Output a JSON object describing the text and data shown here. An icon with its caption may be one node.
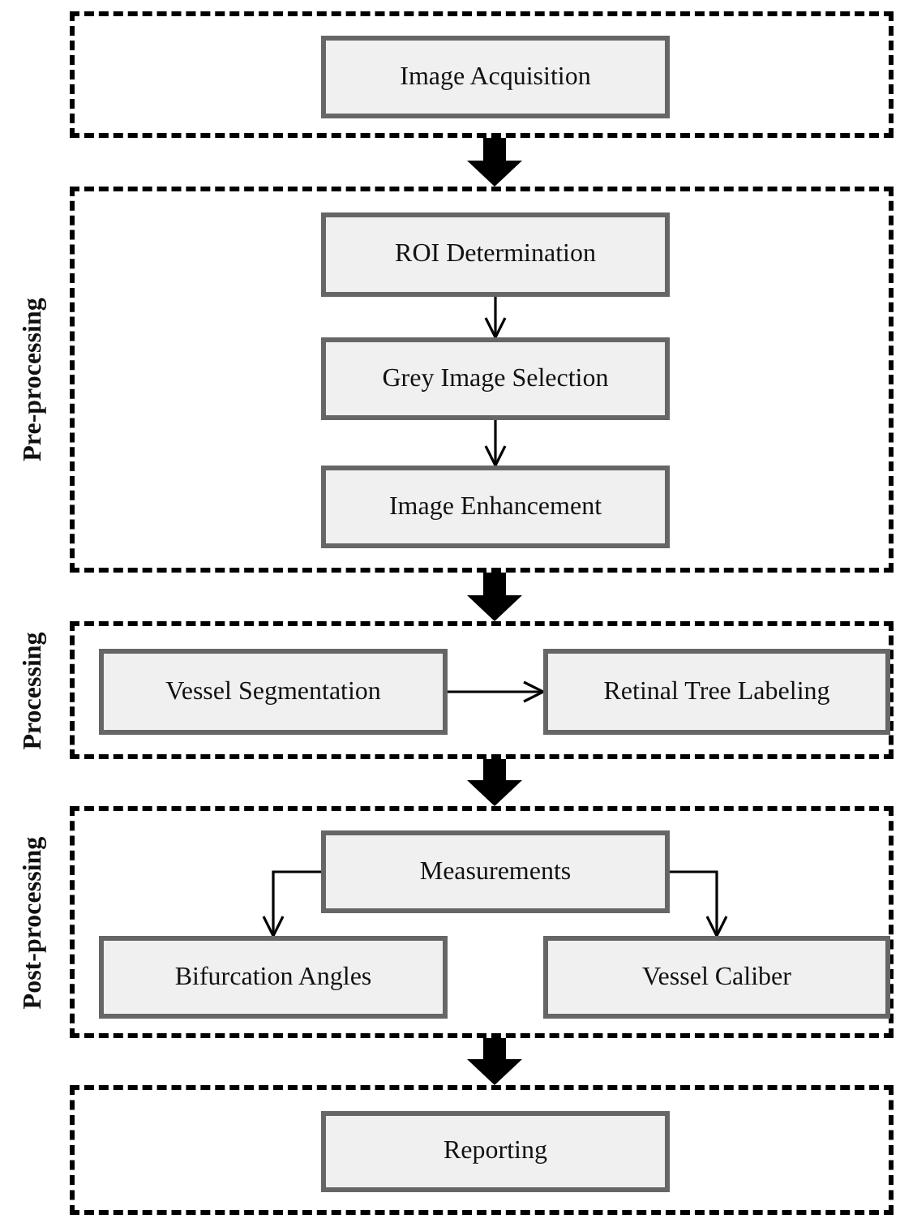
{
  "diagram": {
    "nodes": [
      {
        "text": [],
        "shape": "box"
      },
      {
        "text": [
          "Image Acquisition"
        ],
        "in": 0
      },
      {
        "text": [
          "Pre-processing"
        ]
      },
      {
        "text": [
          "ROI Determination"
        ],
        "in": 2
      },
      {
        "text": [
          "Grey Image Selection"
        ],
        "in": 2
      },
      {
        "text": [
          "Image Enhancement"
        ],
        "in": 2
      },
      {
        "text": [
          "Processing"
        ]
      },
      {
        "text": [
          "Vessel Segmentation"
        ],
        "in": 6
      },
      {
        "text": [
          "Retinal Tree Labeling"
        ],
        "in": 6
      },
      {
        "text": [
          "Post-processing"
        ]
      },
      {
        "text": [
          "Measurements"
        ],
        "in": 9
      },
      {
        "text": [
          "Bifurcation Angles"
        ],
        "in": 9
      },
      {
        "text": [
          "Vessel Caliber"
        ],
        "in": 9
      },
      {
        "text": [],
        "shape": "box"
      },
      {
        "text": [
          "Reporting"
        ],
        "in": 13
      }
    ],
    "edges": [
      {
        "from": 0,
        "to": 2,
        "arrow": "to",
        "style": "thick"
      },
      {
        "from": 3,
        "to": 4,
        "arrow": "to"
      },
      {
        "from": 4,
        "to": 5,
        "arrow": "to"
      },
      {
        "from": 2,
        "to": 6,
        "arrow": "to",
        "style": "thick"
      },
      {
        "from": 7,
        "to": 8,
        "arrow": "to"
      },
      {
        "from": 6,
        "to": 9,
        "arrow": "to",
        "style": "thick"
      },
      {
        "from": 10,
        "to": 11,
        "arrow": "to"
      },
      {
        "from": 10,
        "to": 12,
        "arrow": "to"
      },
      {
        "from": 9,
        "to": 13,
        "arrow": "to",
        "style": "thick"
      }
    ]
  }
}
